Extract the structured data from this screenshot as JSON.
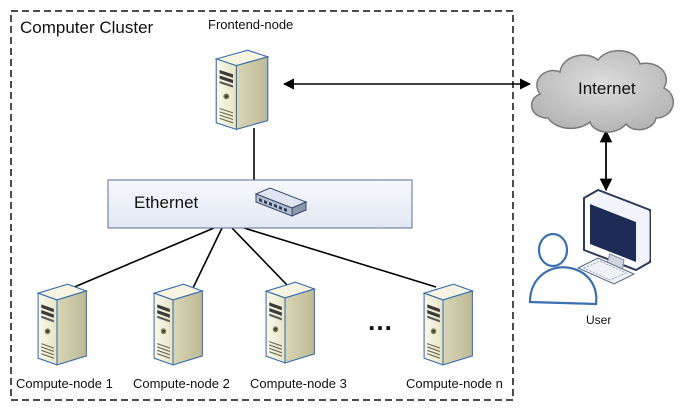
{
  "cluster": {
    "title": "Computer Cluster",
    "frontend_label": "Frontend-node",
    "network_label": "Ethernet",
    "ellipsis": "…",
    "compute_nodes": [
      {
        "label": "Compute-node 1"
      },
      {
        "label": "Compute-node 2"
      },
      {
        "label": "Compute-node 3"
      },
      {
        "label": "Compute-node n"
      }
    ]
  },
  "external": {
    "internet_label": "Internet",
    "user_label": "User"
  },
  "colors": {
    "server_body": "#f2f0d8",
    "server_shadow": "#c9c6a4",
    "server_outline": "#3a6fb0",
    "ethernet_fill": "#eef2f9",
    "ethernet_stroke": "#5b6f9a",
    "cloud_fill": "#c8c8c8",
    "cloud_stroke": "#7a7a7a",
    "line": "#000000"
  },
  "icons": [
    "server-icon",
    "switch-icon",
    "cloud-icon",
    "user-icon",
    "monitor-icon",
    "keyboard-icon"
  ]
}
